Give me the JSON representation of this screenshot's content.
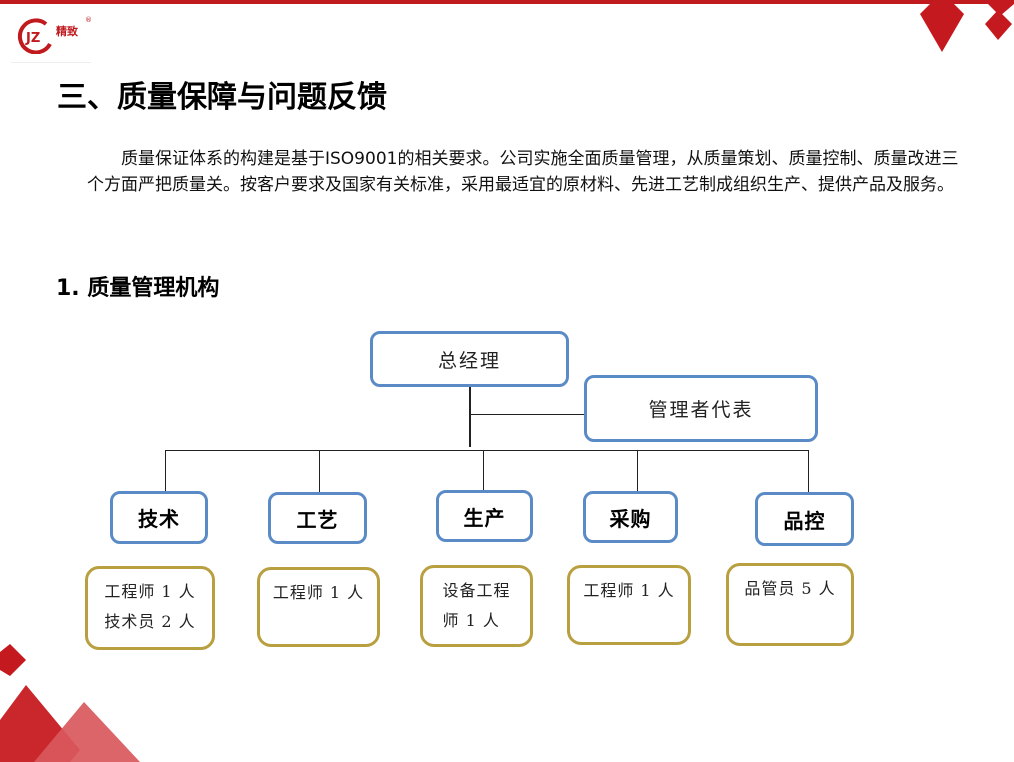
{
  "brand": {
    "logo_text": "精致",
    "logo_mark": "JZ",
    "registered_mark": "®",
    "accent_color": "#c0191e"
  },
  "header": {
    "title": "三、质量保障与问题反馈"
  },
  "intro": {
    "paragraph": "质量保证体系的构建是基于ISO9001的相关要求。公司实施全面质量管理，从质量策划、质量控制、质量改进三个方面严把质量关。按客户要求及国家有关标准，采用最适宜的原材料、先进工艺制成组织生产、提供产品及服务。"
  },
  "section": {
    "title": "1. 质量管理机构"
  },
  "org_chart": {
    "root": "总经理",
    "representative": "管理者代表",
    "departments": [
      {
        "name": "技术",
        "staff": [
          "工程师 1 人",
          "技术员 2 人"
        ]
      },
      {
        "name": "工艺",
        "staff": [
          "工程师 1 人"
        ]
      },
      {
        "name": "生产",
        "staff": [
          "设备工程",
          "师 1 人"
        ]
      },
      {
        "name": "采购",
        "staff": [
          "工程师 1 人"
        ]
      },
      {
        "name": "品控",
        "staff": [
          "品管员 5 人"
        ]
      }
    ],
    "colors": {
      "department_border": "#5b8bc6",
      "staff_border": "#b8a040"
    }
  }
}
